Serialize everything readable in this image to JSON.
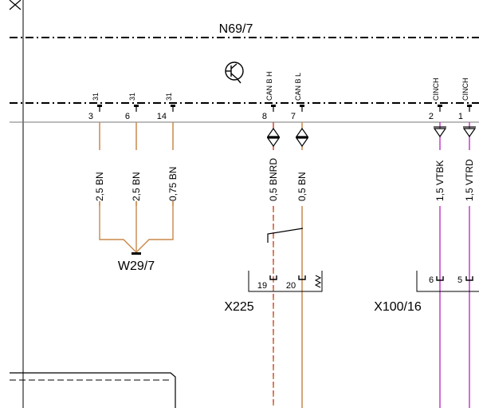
{
  "component_label": "N69/7",
  "pins": [
    {
      "num": "3",
      "sig": "31"
    },
    {
      "num": "6",
      "sig": "31"
    },
    {
      "num": "14",
      "sig": "31"
    },
    {
      "num": "8",
      "sig": "CAN B H"
    },
    {
      "num": "7",
      "sig": "CAN B L"
    },
    {
      "num": "2",
      "sig": "CINCH"
    },
    {
      "num": "1",
      "sig": "CINCH"
    }
  ],
  "wires": [
    {
      "label": "2,5 BN",
      "color": "#c8894a"
    },
    {
      "label": "2,5 BN",
      "color": "#c8894a"
    },
    {
      "label": "0,75 BN",
      "color": "#c8894a"
    },
    {
      "label": "0,5 BNRD",
      "color": "#d9432f"
    },
    {
      "label": "0,5 BN",
      "color": "#c8894a"
    },
    {
      "label": "1,5 VTBK",
      "color": "#c23ec8"
    },
    {
      "label": "1,5 VTRD",
      "color": "#c23ec8"
    }
  ],
  "ground_point": "W29/7",
  "connectors": [
    {
      "name": "X225",
      "pins": [
        "19",
        "20"
      ]
    },
    {
      "name": "X100/16",
      "pins": [
        "6",
        "5"
      ]
    }
  ],
  "colors": {
    "line": "#000000",
    "brown": "#c8894a",
    "red": "#d9432f",
    "violet": "#c23ec8",
    "gray": "#777777"
  }
}
